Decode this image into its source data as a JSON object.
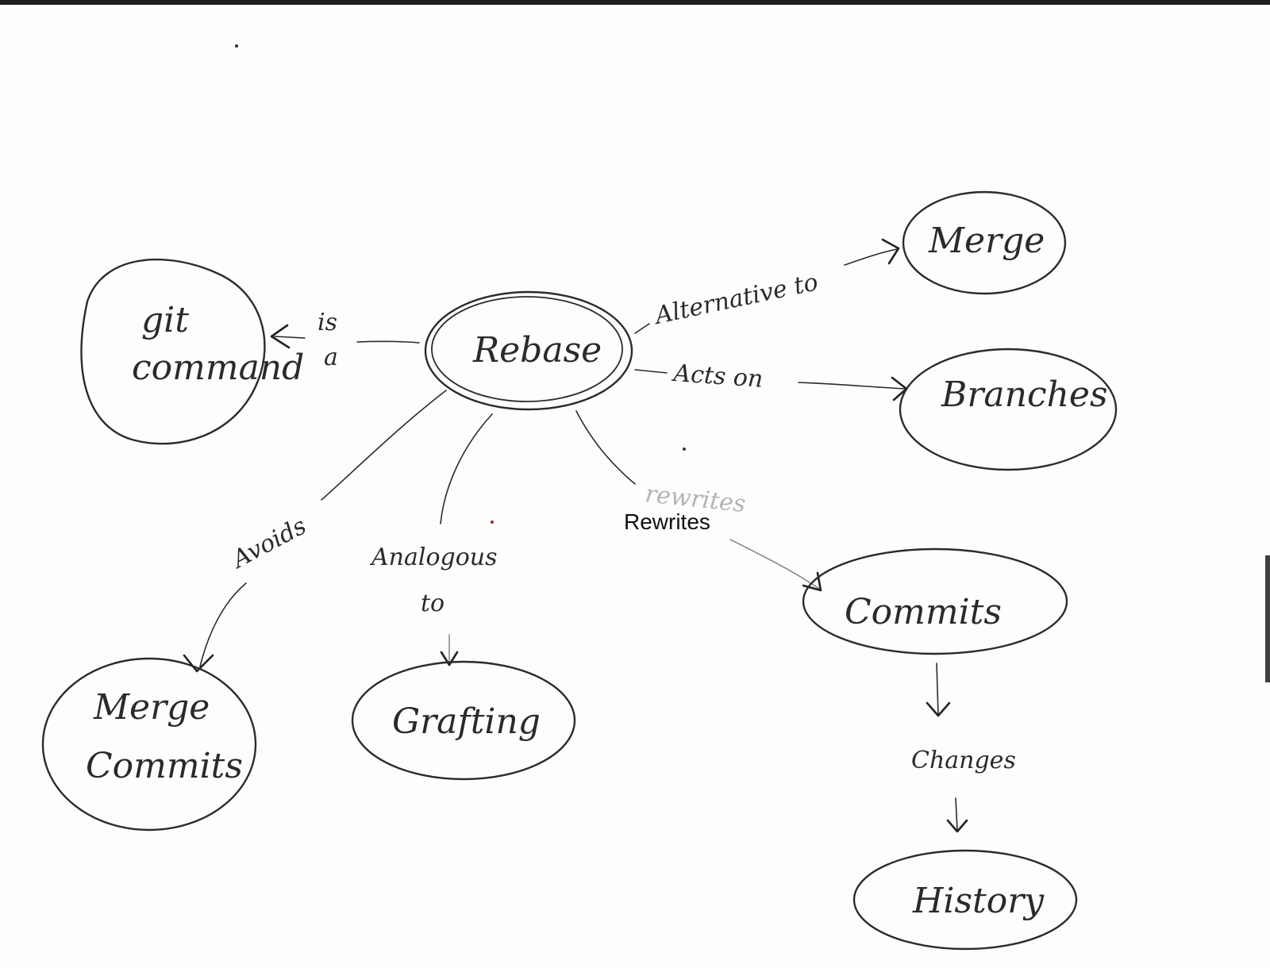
{
  "nodes": {
    "git_command": [
      "git",
      "command"
    ],
    "rebase": "Rebase",
    "merge": "Merge",
    "branches": "Branches",
    "commits": "Commits",
    "history": "History",
    "merge_commits": [
      "Merge",
      "Commits"
    ],
    "grafting": "Grafting"
  },
  "edges": {
    "is_a": [
      "is",
      "a"
    ],
    "alternative_to": "Alternative to",
    "acts_on": "Acts on",
    "rewrites_handwritten": "rewrites",
    "rewrites_typed": "Rewrites",
    "avoids": "Avoids",
    "analogous_to": [
      "Analogous",
      "to"
    ],
    "changes": "Changes"
  }
}
